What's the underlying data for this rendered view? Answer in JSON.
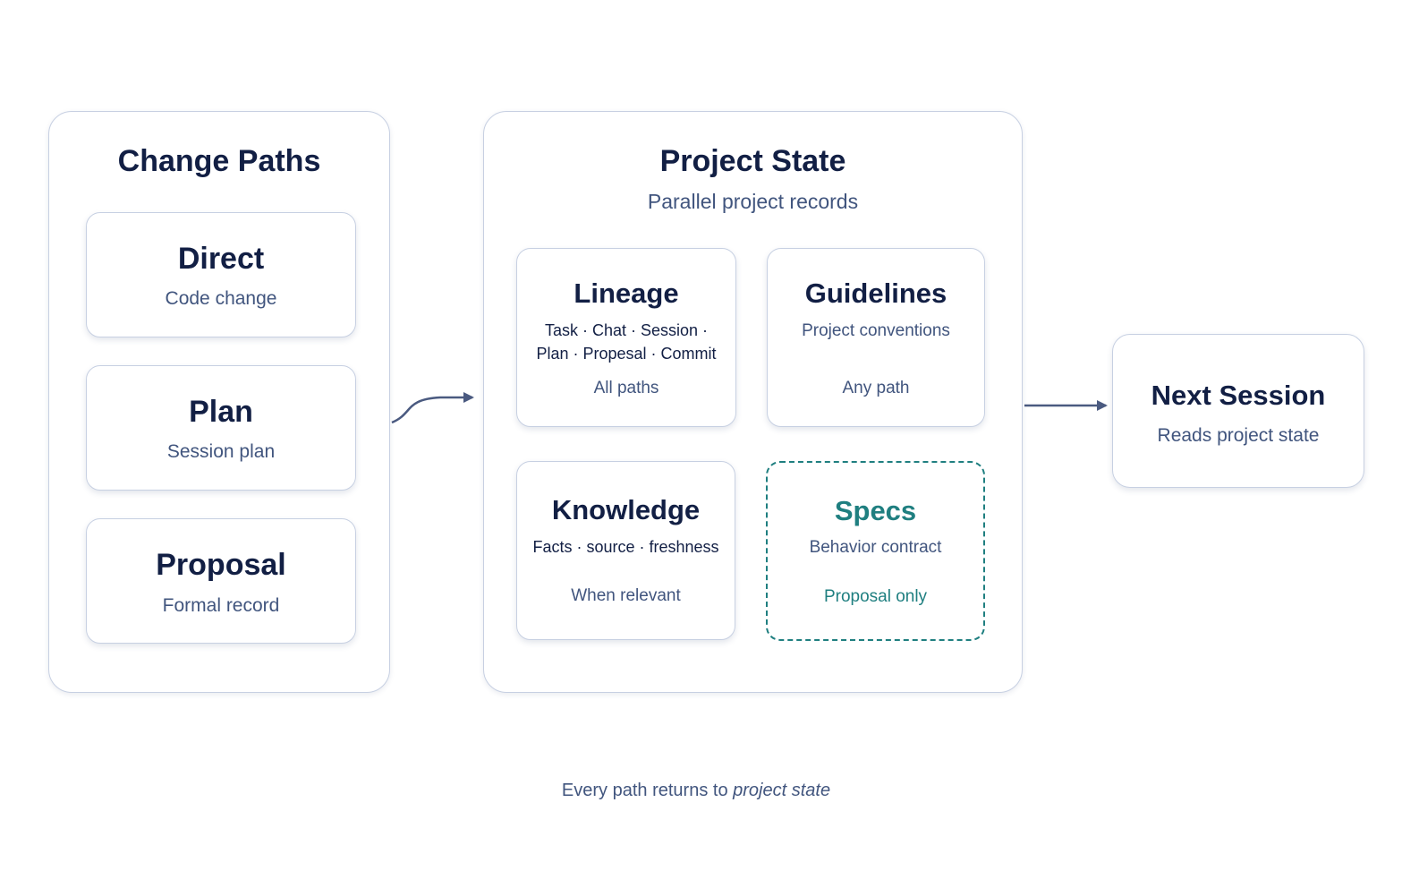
{
  "change_paths": {
    "title": "Change Paths",
    "items": [
      {
        "title": "Direct",
        "subtitle": "Code change"
      },
      {
        "title": "Plan",
        "subtitle": "Session plan"
      },
      {
        "title": "Proposal",
        "subtitle": "Formal record"
      }
    ]
  },
  "project_state": {
    "title": "Project State",
    "subtitle": "Parallel project records",
    "cards": [
      {
        "title": "Lineage",
        "detail_line1": "Task · Chat · Session ·",
        "detail_line2": "Plan · Propesal · Commit",
        "note": "All paths"
      },
      {
        "title": "Guidelines",
        "subtitle": "Project conventions",
        "note": "Any path"
      },
      {
        "title": "Knowledge",
        "detail_line1": "Facts · source · freshness",
        "note": "When relevant"
      },
      {
        "title": "Specs",
        "subtitle": "Behavior contract",
        "note": "Proposal only",
        "style": "dashed-teal"
      }
    ]
  },
  "next_session": {
    "title": "Next Session",
    "subtitle": "Reads project state"
  },
  "footer": {
    "prefix": "Every path returns to ",
    "emphasis": "project state"
  },
  "colors": {
    "navy_text": "#121f44",
    "muted_text": "#41557e",
    "border": "#c7d0e2",
    "teal_accent": "#1f7f80",
    "arrow": "#4a5a80"
  }
}
